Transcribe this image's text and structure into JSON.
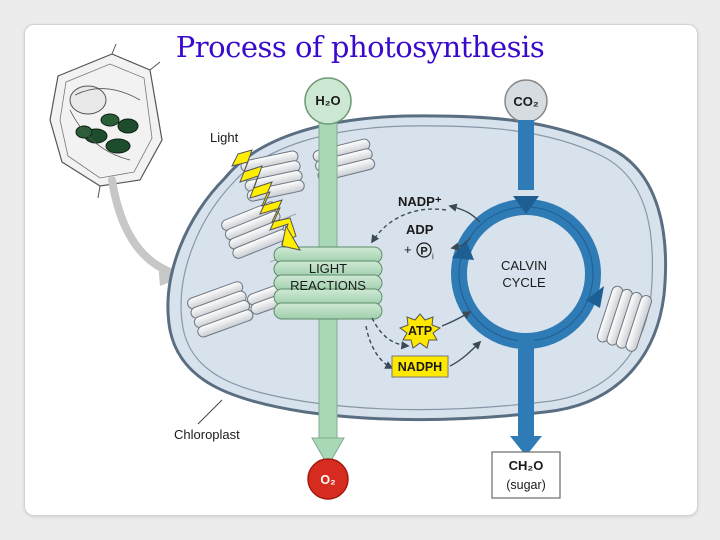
{
  "title": "Process of photosynthesis",
  "labels": {
    "h2o": "H₂O",
    "co2": "CO₂",
    "light": "Light",
    "nadp_plus": "NADP⁺",
    "adp": "ADP",
    "plus": "+",
    "p": "P",
    "pi_sub": "i",
    "light_reactions_line1": "LIGHT",
    "light_reactions_line2": "REACTIONS",
    "calvin_line1": "CALVIN",
    "calvin_line2": "CYCLE",
    "atp": "ATP",
    "nadph": "NADPH",
    "chloroplast": "Chloroplast",
    "o2": "O₂",
    "ch2o": "CH₂O",
    "sugar": "(sugar)"
  },
  "colors": {
    "title": "#3a0acc",
    "stroma": "#d8e2ec",
    "envelope": "#5a6e82",
    "water_stream": "#a9d8b6",
    "calvin": "#2f7bb5",
    "o2_circle": "#d62b1e",
    "atp_star": "#ffe800",
    "lightning": "#ffee00"
  },
  "icons": [
    "cell-illustration-icon",
    "lightning-icon",
    "atp-star-icon",
    "phosphate-circle-icon"
  ]
}
